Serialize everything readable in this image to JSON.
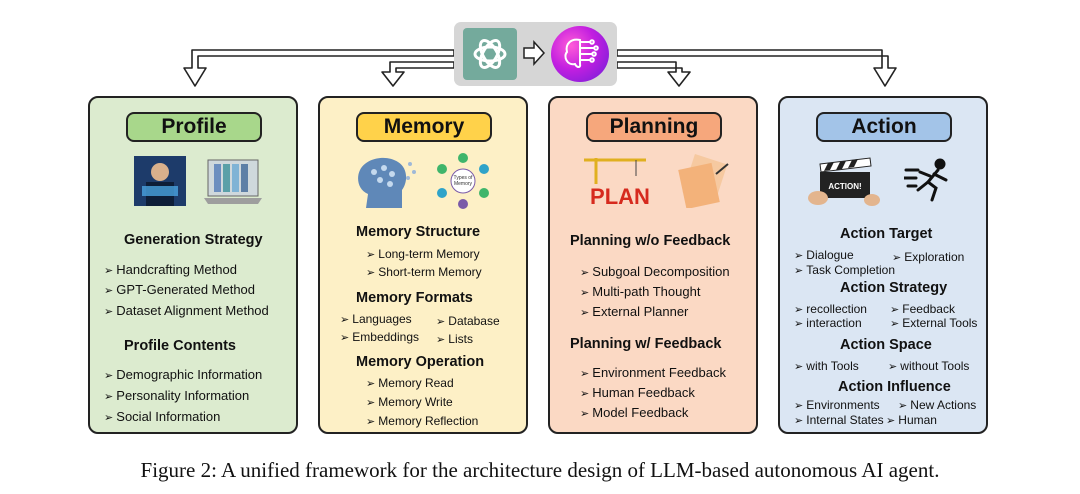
{
  "caption": "Figure 2: A unified framework for the architecture design of LLM-based autonomous AI agent.",
  "icons": [
    "openai-logo",
    "ai-brain-logo"
  ],
  "profile": {
    "title": "Profile",
    "sections": [
      {
        "heading": "Generation Strategy",
        "items": [
          "Handcrafting Method",
          "GPT-Generated Method",
          "Dataset Alignment Method"
        ]
      },
      {
        "heading": "Profile Contents",
        "items": [
          "Demographic Information",
          "Personality Information",
          "Social Information"
        ]
      }
    ]
  },
  "memory": {
    "title": "Memory",
    "image_label": "Types of Memory",
    "sections": [
      {
        "heading": "Memory Structure",
        "items": [
          "Long-term Memory",
          "Short-term Memory"
        ]
      },
      {
        "heading": "Memory Formats",
        "items": [
          "Languages",
          "Database",
          "Embeddings",
          "Lists"
        ]
      },
      {
        "heading": "Memory Operation",
        "items": [
          "Memory Read",
          "Memory Write",
          "Memory Reflection"
        ]
      }
    ]
  },
  "planning": {
    "title": "Planning",
    "image_label": "PLAN",
    "sections": [
      {
        "heading": "Planning w/o Feedback",
        "items": [
          "Subgoal Decomposition",
          "Multi-path Thought",
          "External Planner"
        ]
      },
      {
        "heading": "Planning w/ Feedback",
        "items": [
          "Environment Feedback",
          "Human Feedback",
          "Model Feedback"
        ]
      }
    ]
  },
  "action": {
    "title": "Action",
    "image_label": "ACTION!",
    "sections": [
      {
        "heading": "Action Target",
        "items": [
          "Dialogue",
          "Exploration",
          "Task Completion"
        ]
      },
      {
        "heading": "Action Strategy",
        "items": [
          "recollection",
          "Feedback",
          "interaction",
          "External Tools"
        ]
      },
      {
        "heading": "Action Space",
        "items": [
          "with Tools",
          "without Tools"
        ]
      },
      {
        "heading": "Action Influence",
        "items": [
          "Environments",
          "New Actions",
          "Internal States",
          "Human"
        ]
      }
    ]
  }
}
